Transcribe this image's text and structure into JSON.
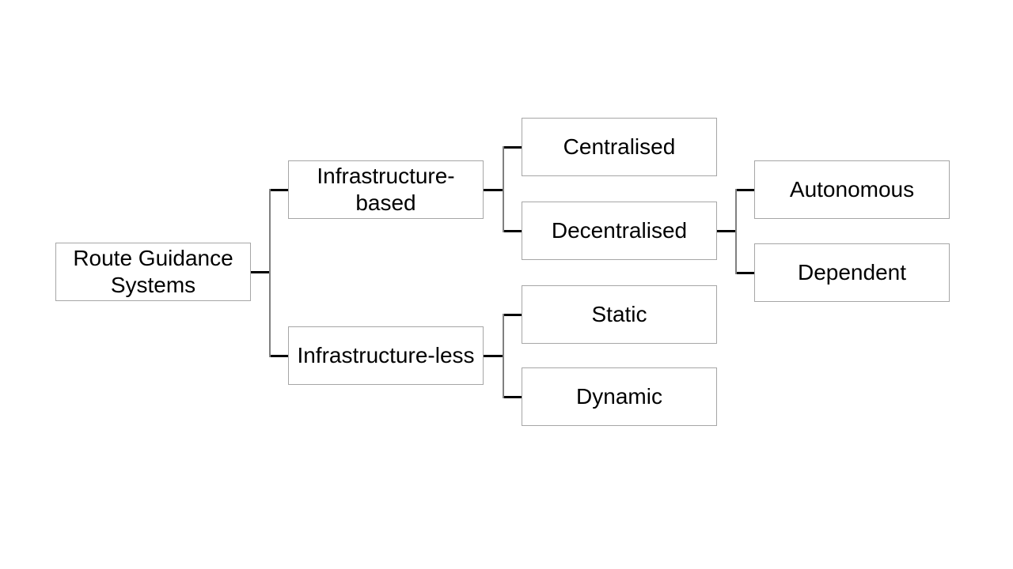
{
  "diagram": {
    "type": "tree",
    "colors": {
      "background": "#ffffff",
      "box_fill": "#ffffff",
      "box_border": "#a6a6a6",
      "text": "#000000",
      "connector_horizontal": "#000000",
      "connector_vertical": "#808080"
    },
    "nodes": {
      "root": {
        "label": "Route Guidance Systems",
        "line1": "Route Guidance",
        "line2": "Systems"
      },
      "infra_based": {
        "label": "Infrastructure-based",
        "line1": "Infrastructure-",
        "line2": "based"
      },
      "infra_less": {
        "label": "Infrastructure-less"
      },
      "centralised": {
        "label": "Centralised"
      },
      "decentralised": {
        "label": "Decentralised"
      },
      "autonomous": {
        "label": "Autonomous"
      },
      "dependent": {
        "label": "Dependent"
      },
      "static": {
        "label": "Static"
      },
      "dynamic": {
        "label": "Dynamic"
      }
    },
    "edges": [
      {
        "from": "Route Guidance Systems",
        "to": "Infrastructure-based"
      },
      {
        "from": "Route Guidance Systems",
        "to": "Infrastructure-less"
      },
      {
        "from": "Infrastructure-based",
        "to": "Centralised"
      },
      {
        "from": "Infrastructure-based",
        "to": "Decentralised"
      },
      {
        "from": "Decentralised",
        "to": "Autonomous"
      },
      {
        "from": "Decentralised",
        "to": "Dependent"
      },
      {
        "from": "Infrastructure-less",
        "to": "Static"
      },
      {
        "from": "Infrastructure-less",
        "to": "Dynamic"
      }
    ]
  }
}
